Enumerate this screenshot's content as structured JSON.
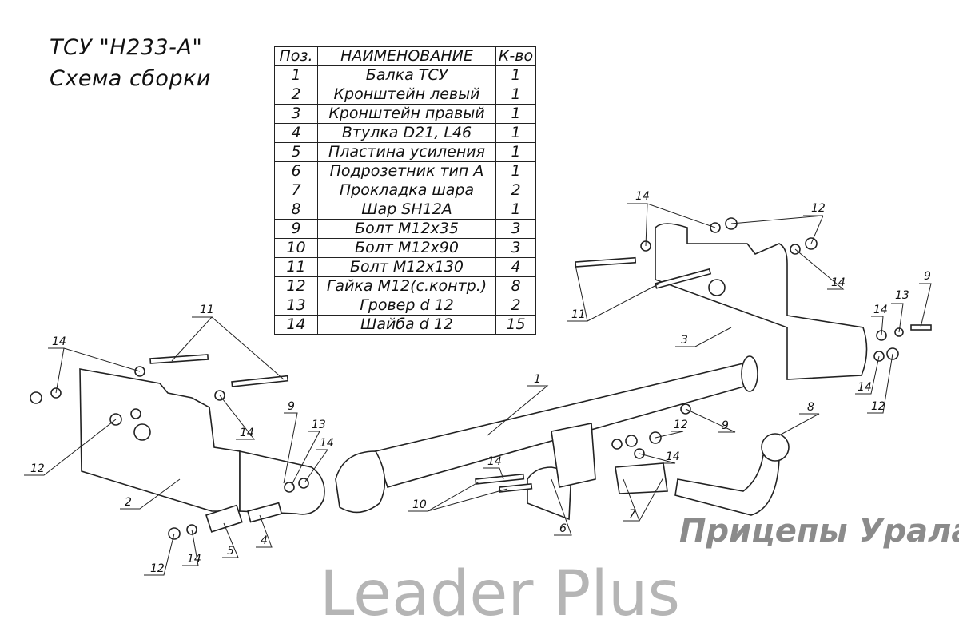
{
  "title": {
    "line1": "ТСУ \"H233-A\"",
    "line2": "Схема сборки"
  },
  "table": {
    "headers": [
      "Поз.",
      "НАИМЕНОВАНИЕ",
      "К-во"
    ],
    "rows": [
      [
        "1",
        "Балка ТСУ",
        "1"
      ],
      [
        "2",
        "Кронштейн левый",
        "1"
      ],
      [
        "3",
        "Кронштейн правый",
        "1"
      ],
      [
        "4",
        "Втулка D21, L46",
        "1"
      ],
      [
        "5",
        "Пластина усиления",
        "1"
      ],
      [
        "6",
        "Подрозетник тип А",
        "1"
      ],
      [
        "7",
        "Прокладка шара",
        "2"
      ],
      [
        "8",
        "Шар SH12A",
        "1"
      ],
      [
        "9",
        "Болт M12x35",
        "3"
      ],
      [
        "10",
        "Болт M12x90",
        "3"
      ],
      [
        "11",
        "Болт M12x130",
        "4"
      ],
      [
        "12",
        "Гайка M12(с.контр.)",
        "8"
      ],
      [
        "13",
        "Гровер d 12",
        "2"
      ],
      [
        "14",
        "Шайба d 12",
        "15"
      ]
    ]
  },
  "watermark": {
    "ru": "Прицепы Урала",
    "en": "Leader Plus"
  },
  "callouts": [
    "14",
    "11",
    "14",
    "12",
    "14",
    "11",
    "3",
    "13",
    "9",
    "14",
    "14",
    "12",
    "1",
    "12",
    "9",
    "8",
    "14",
    "7",
    "6",
    "10",
    "14",
    "9",
    "13",
    "14",
    "12",
    "14",
    "2",
    "5",
    "4",
    "12",
    "14"
  ]
}
